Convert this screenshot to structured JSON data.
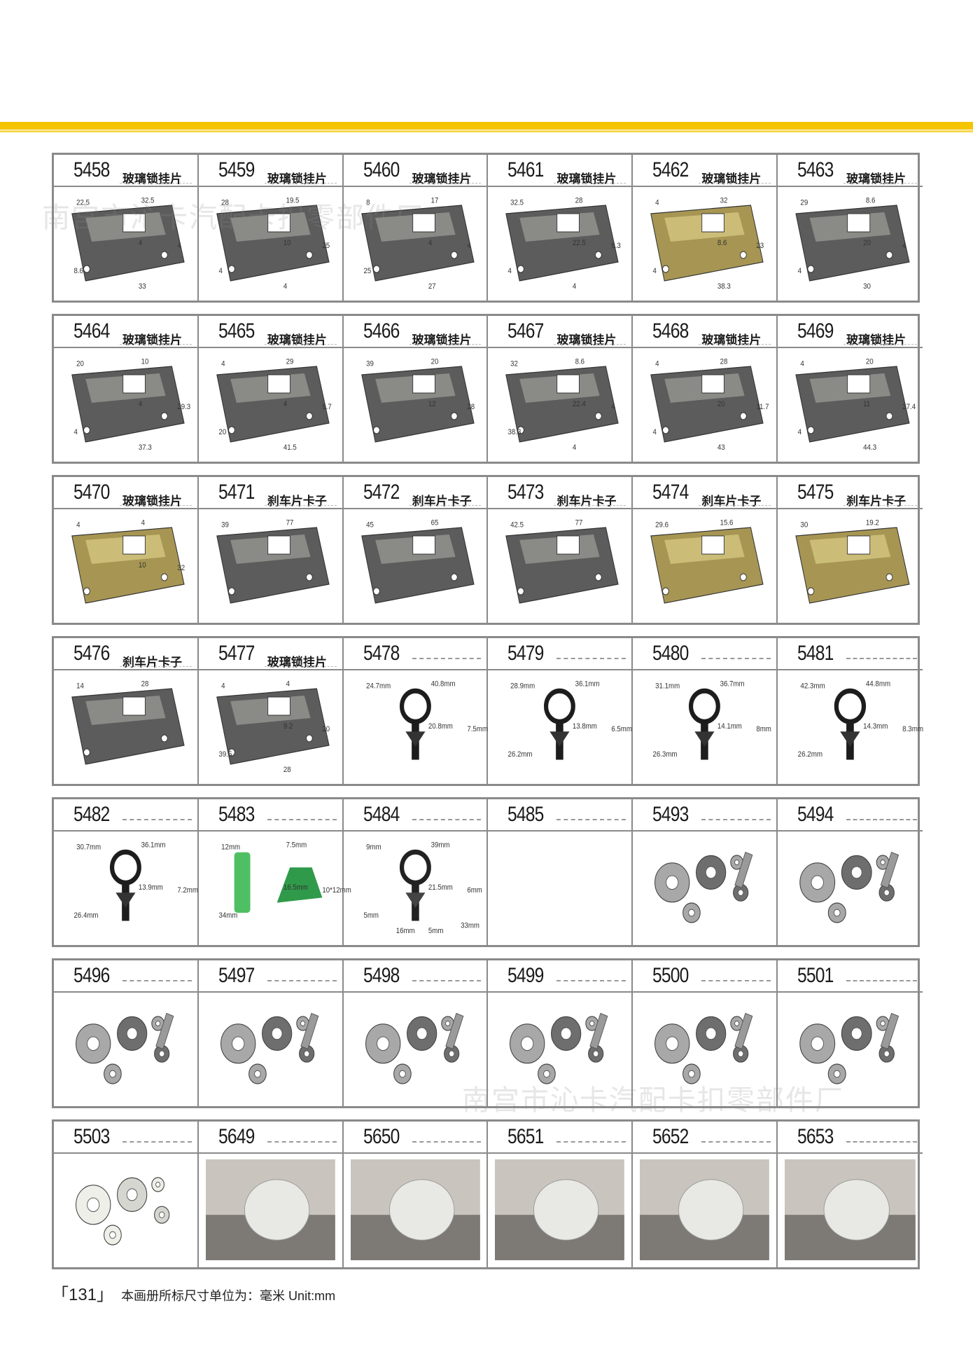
{
  "watermark": "南宫市沁卡汽配卡扣零部件厂",
  "footer": {
    "page_number": "「131」",
    "unit_note": "本画册所标尺寸单位为：毫米   Unit:mm"
  },
  "rows": [
    [
      {
        "code": "5458",
        "name": "玻璃锁挂片",
        "kind": "metal",
        "dims": [
          "22.5",
          "32.5",
          "4",
          "4",
          "8.6",
          "33"
        ]
      },
      {
        "code": "5459",
        "name": "玻璃锁挂片",
        "kind": "metal",
        "dims": [
          "28",
          "19.5",
          "10",
          "25",
          "4",
          "4"
        ]
      },
      {
        "code": "5460",
        "name": "玻璃锁挂片",
        "kind": "metal",
        "dims": [
          "8",
          "17",
          "4",
          "4",
          "25",
          "27"
        ]
      },
      {
        "code": "5461",
        "name": "玻璃锁挂片",
        "kind": "metal",
        "dims": [
          "32.5",
          "28",
          "22.5",
          "9.3",
          "4",
          "4"
        ]
      },
      {
        "code": "5462",
        "name": "玻璃锁挂片",
        "kind": "gold",
        "dims": [
          "4",
          "32",
          "8.6",
          "23",
          "4",
          "38.3"
        ]
      },
      {
        "code": "5463",
        "name": "玻璃锁挂片",
        "kind": "metal",
        "dims": [
          "29",
          "8.6",
          "20",
          "4",
          "4",
          "30"
        ]
      }
    ],
    [
      {
        "code": "5464",
        "name": "玻璃锁挂片",
        "kind": "metal",
        "dims": [
          "20",
          "10",
          "4",
          "29.3",
          "4",
          "37.3"
        ]
      },
      {
        "code": "5465",
        "name": "玻璃锁挂片",
        "kind": "metal",
        "dims": [
          "4",
          "29",
          "4",
          "9.7",
          "20",
          "41.5"
        ]
      },
      {
        "code": "5466",
        "name": "玻璃锁挂片",
        "kind": "metal",
        "dims": [
          "39",
          "20",
          "12",
          "28"
        ]
      },
      {
        "code": "5467",
        "name": "玻璃锁挂片",
        "kind": "metal",
        "dims": [
          "32",
          "8.6",
          "22.4",
          "4",
          "38.3",
          "4"
        ]
      },
      {
        "code": "5468",
        "name": "玻璃锁挂片",
        "kind": "metal",
        "dims": [
          "4",
          "28",
          "20",
          "11.7",
          "4",
          "43"
        ]
      },
      {
        "code": "5469",
        "name": "玻璃锁挂片",
        "kind": "metal",
        "dims": [
          "4",
          "20",
          "11",
          "27.4",
          "4",
          "44.3"
        ]
      }
    ],
    [
      {
        "code": "5470",
        "name": "玻璃锁挂片",
        "kind": "gold",
        "dims": [
          "4",
          "4",
          "10",
          "32"
        ]
      },
      {
        "code": "5471",
        "name": "刹车片卡子",
        "kind": "metal",
        "dims": [
          "39",
          "77"
        ]
      },
      {
        "code": "5472",
        "name": "刹车片卡子",
        "kind": "metal",
        "dims": [
          "45",
          "65"
        ]
      },
      {
        "code": "5473",
        "name": "刹车片卡子",
        "kind": "metal",
        "dims": [
          "42.5",
          "77"
        ]
      },
      {
        "code": "5474",
        "name": "刹车片卡子",
        "kind": "gold",
        "dims": [
          "29.6",
          "15.6"
        ]
      },
      {
        "code": "5475",
        "name": "刹车片卡子",
        "kind": "gold",
        "dims": [
          "30",
          "19.2"
        ]
      }
    ],
    [
      {
        "code": "5476",
        "name": "刹车片卡子",
        "kind": "metal",
        "dims": [
          "14",
          "28"
        ]
      },
      {
        "code": "5477",
        "name": "玻璃锁挂片",
        "kind": "metal",
        "dims": [
          "4",
          "4",
          "9.2",
          "20",
          "39.5",
          "28"
        ]
      },
      {
        "code": "5478",
        "name": "",
        "kind": "clip",
        "dims": [
          "24.7mm",
          "40.8mm",
          "20.8mm",
          "7.5mm"
        ]
      },
      {
        "code": "5479",
        "name": "",
        "kind": "clip",
        "dims": [
          "28.9mm",
          "36.1mm",
          "13.8mm",
          "6.5mm",
          "26.2mm"
        ]
      },
      {
        "code": "5480",
        "name": "",
        "kind": "clip",
        "dims": [
          "31.1mm",
          "36.7mm",
          "14.1mm",
          "8mm",
          "26.3mm"
        ]
      },
      {
        "code": "5481",
        "name": "",
        "kind": "clip",
        "dims": [
          "42.3mm",
          "44.8mm",
          "14.3mm",
          "8.3mm",
          "26.2mm"
        ]
      }
    ],
    [
      {
        "code": "5482",
        "name": "",
        "kind": "clip",
        "dims": [
          "30.7mm",
          "36.1mm",
          "13.9mm",
          "7.2mm",
          "26.4mm"
        ]
      },
      {
        "code": "5483",
        "name": "",
        "kind": "green",
        "dims": [
          "12mm",
          "7.5mm",
          "16.5mm",
          "10*12mm",
          "34mm"
        ]
      },
      {
        "code": "5484",
        "name": "",
        "kind": "comb",
        "dims": [
          "9mm",
          "39mm",
          "21.5mm",
          "6mm",
          "5mm",
          "5mm",
          "33mm",
          "16mm"
        ]
      },
      {
        "code": "5485",
        "name": "",
        "kind": "empty",
        "dims": []
      },
      {
        "code": "5493",
        "name": "",
        "kind": "hardware",
        "dims": []
      },
      {
        "code": "5494",
        "name": "",
        "kind": "hardware",
        "dims": []
      }
    ],
    [
      {
        "code": "5496",
        "name": "",
        "kind": "hardware",
        "dims": []
      },
      {
        "code": "5497",
        "name": "",
        "kind": "hardware",
        "dims": []
      },
      {
        "code": "5498",
        "name": "",
        "kind": "hardware",
        "dims": []
      },
      {
        "code": "5499",
        "name": "",
        "kind": "hardware",
        "dims": []
      },
      {
        "code": "5500",
        "name": "",
        "kind": "hardware",
        "dims": []
      },
      {
        "code": "5501",
        "name": "",
        "kind": "hardware",
        "dims": []
      }
    ],
    [
      {
        "code": "5503",
        "name": "",
        "kind": "plastic",
        "dims": []
      },
      {
        "code": "5649",
        "name": "",
        "kind": "photo",
        "dims": []
      },
      {
        "code": "5650",
        "name": "",
        "kind": "photo",
        "dims": []
      },
      {
        "code": "5651",
        "name": "",
        "kind": "photo",
        "dims": []
      },
      {
        "code": "5652",
        "name": "",
        "kind": "photo",
        "dims": []
      },
      {
        "code": "5653",
        "name": "",
        "kind": "photo",
        "dims": []
      }
    ]
  ]
}
